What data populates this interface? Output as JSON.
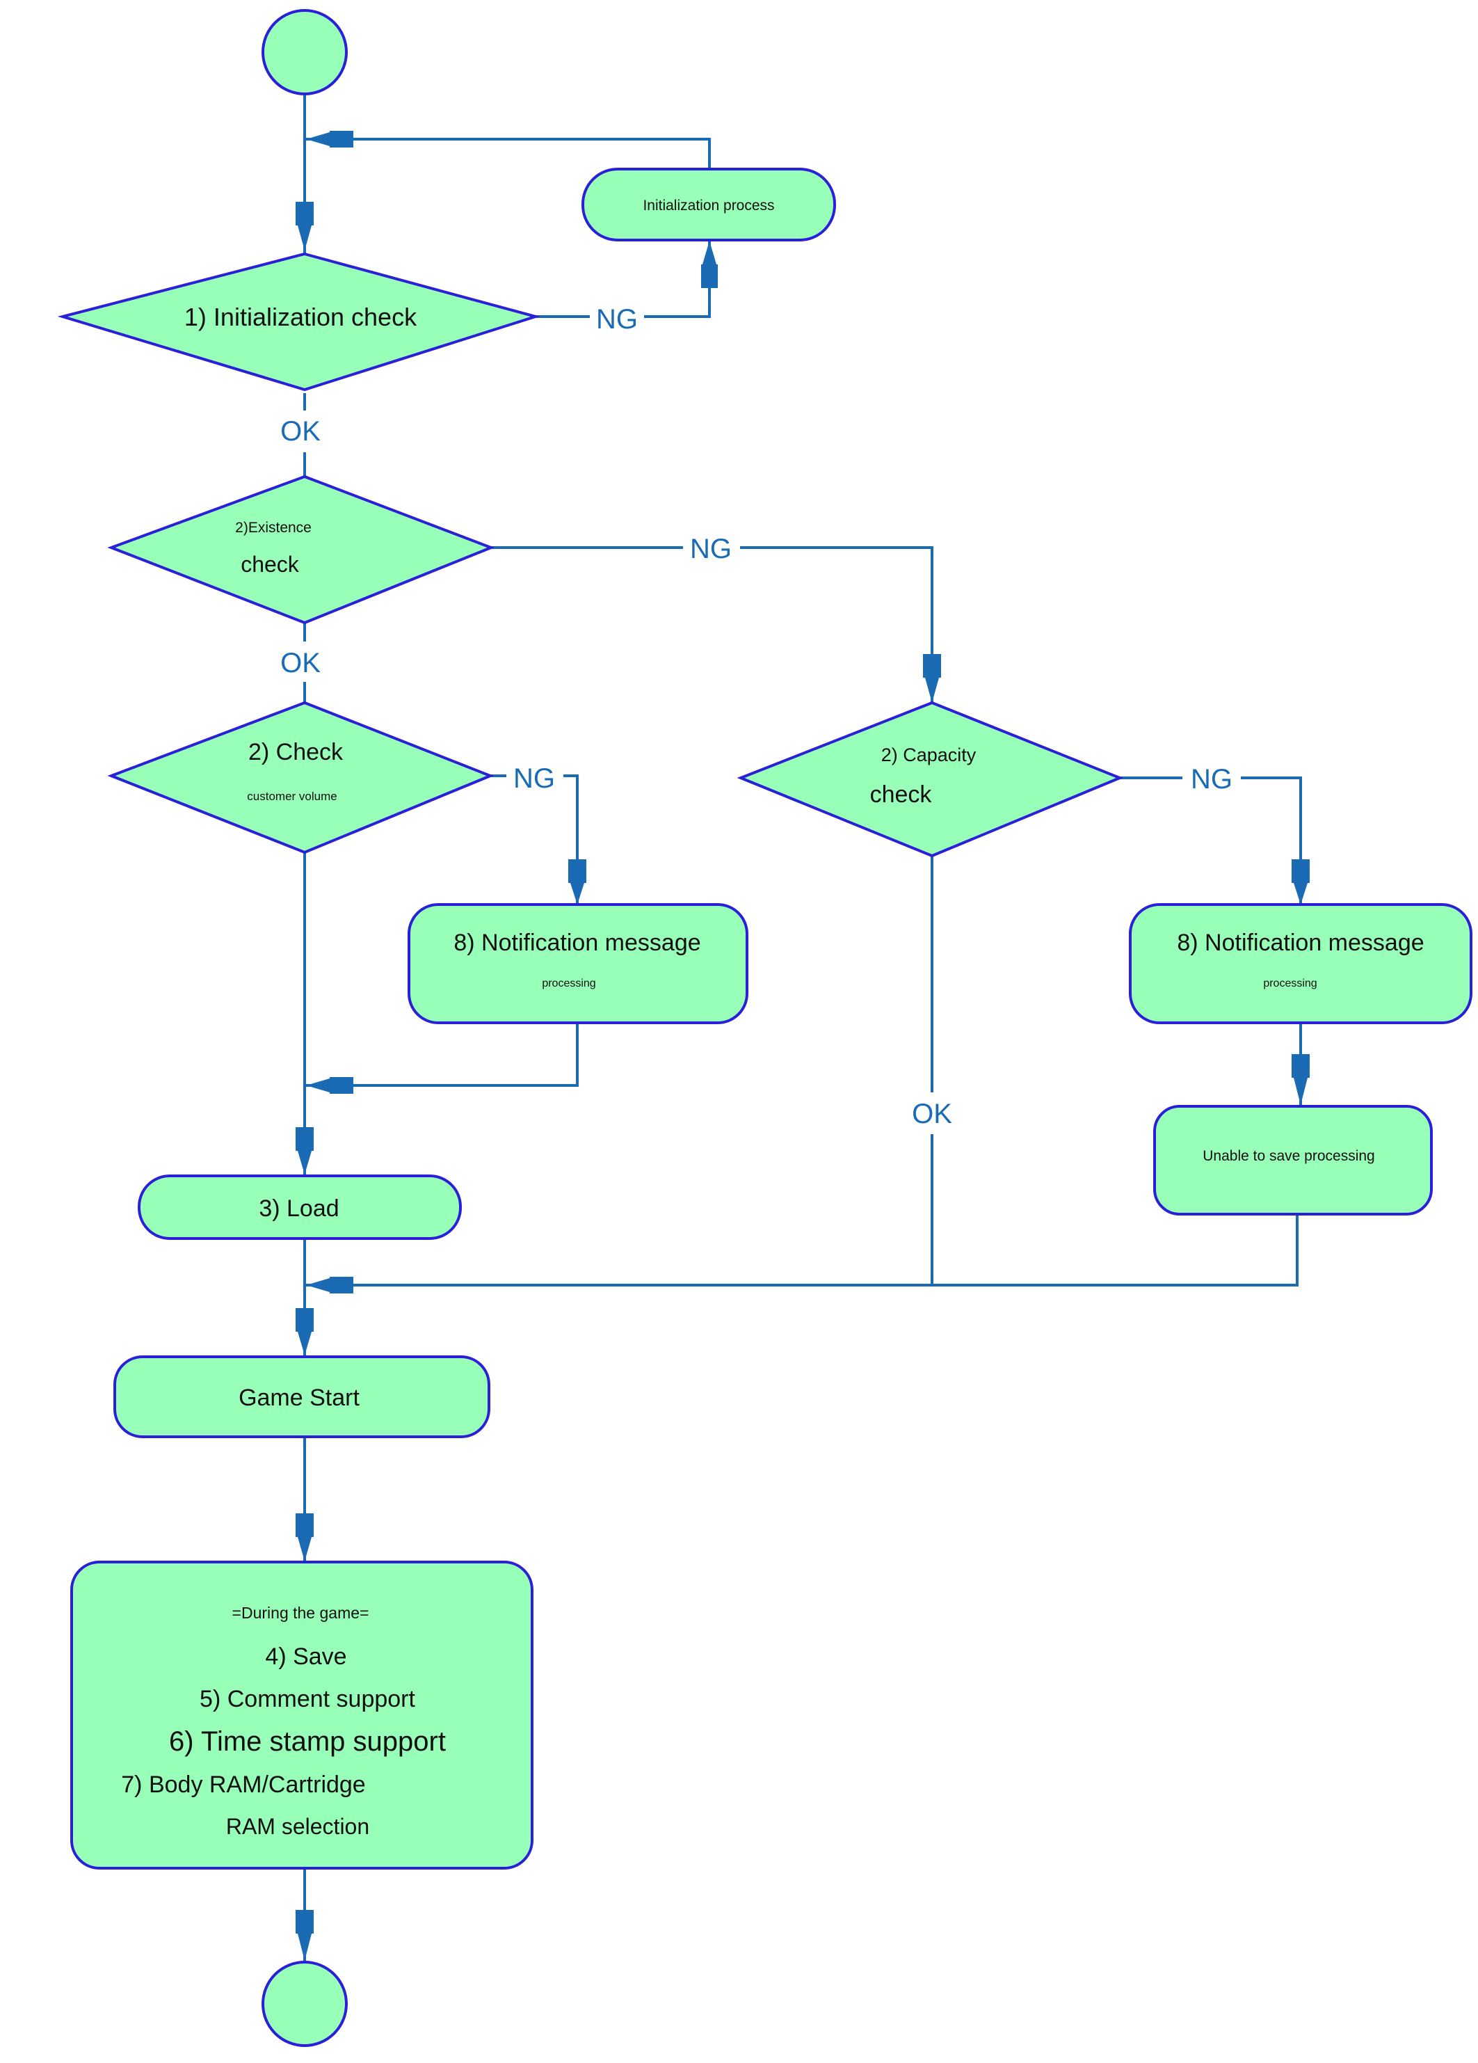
{
  "nodes": {
    "init_process": "Initialization process",
    "init_check": "1) Initialization check",
    "existence_check_1": "2)Existence",
    "existence_check_2": "check",
    "check_volume_1": "2) Check",
    "check_volume_2": "customer volume",
    "capacity_check_1": "2) Capacity",
    "capacity_check_2": "check",
    "notify_left_1": "8) Notification message",
    "notify_left_2": "processing",
    "notify_right_1": "8) Notification message",
    "notify_right_2": "processing",
    "unable_save": "Unable to save processing",
    "load": "3) Load",
    "game_start": "Game Start",
    "during_header": "=During the game=",
    "during_1": "4) Save",
    "during_2": "5) Comment support",
    "during_3": "6) Time stamp support",
    "during_4": "7) Body RAM/Cartridge",
    "during_5": "RAM selection"
  },
  "flow_labels": {
    "ng_init": "NG",
    "ok_init": "OK",
    "ng_existence": "NG",
    "ok_existence": "OK",
    "ng_volume": "NG",
    "ng_capacity": "NG",
    "ok_capacity": "OK"
  },
  "colors": {
    "node_fill": "#98ffb8",
    "node_border": "#2b20d8",
    "connector": "#1a6bb3"
  }
}
